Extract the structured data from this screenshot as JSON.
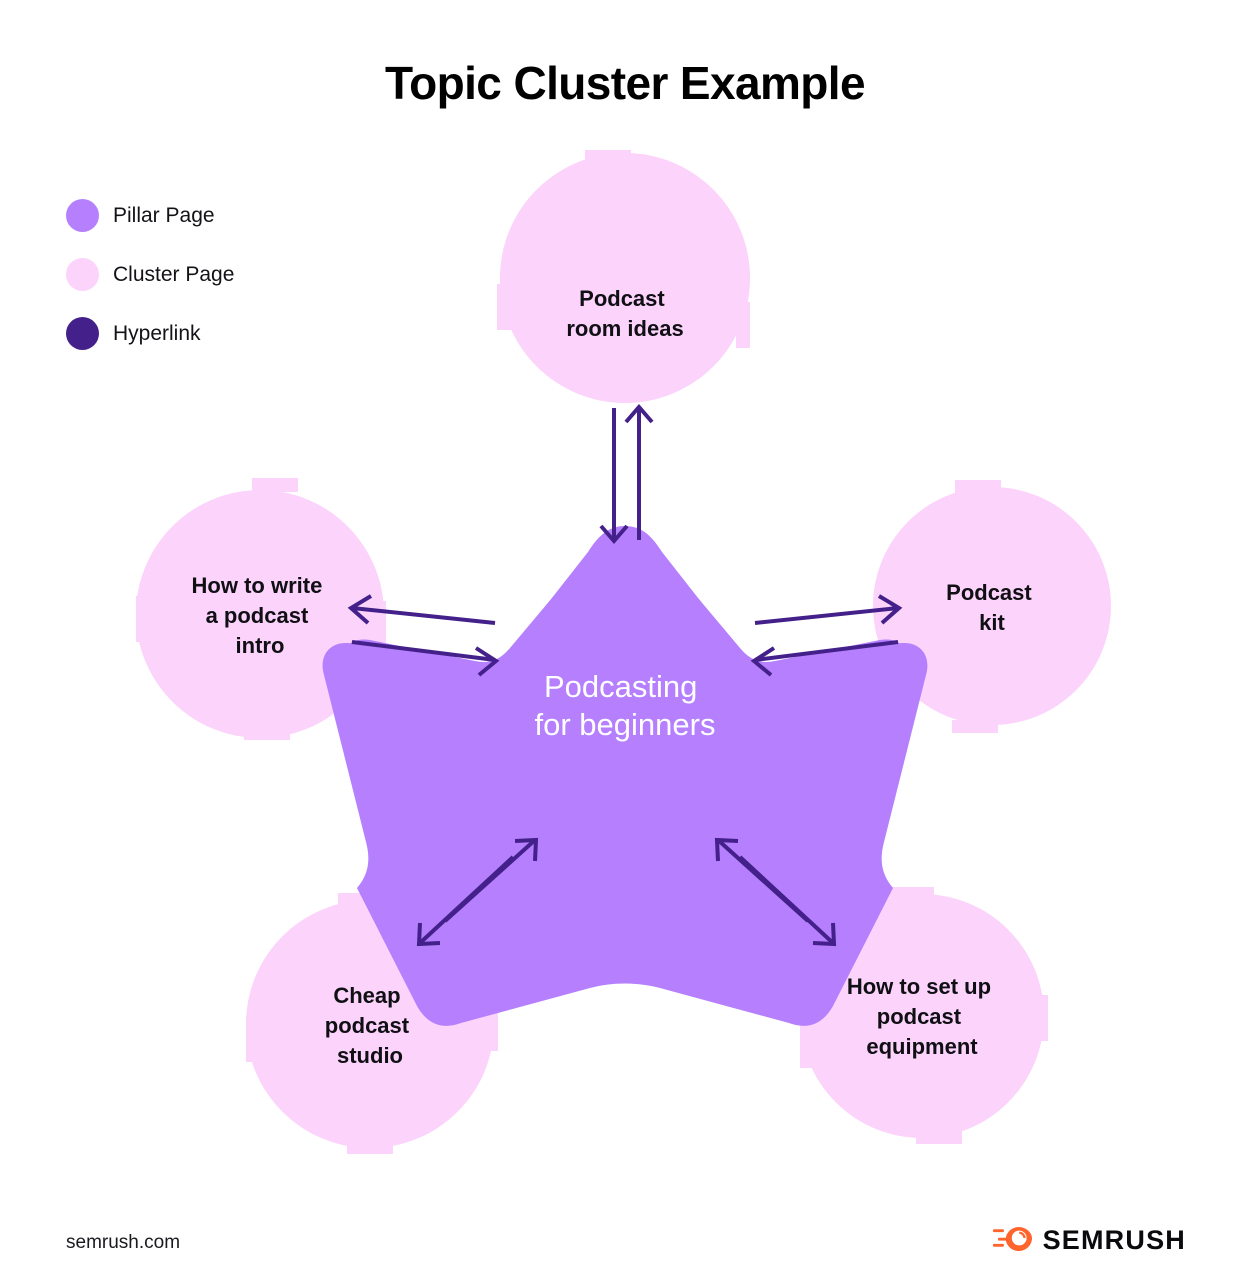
{
  "title": "Topic Cluster Example",
  "colors": {
    "pillar": "#B57FFD",
    "cluster": "#FBD3FB",
    "hyperlink": "#44208A",
    "background": "#FFFFFF",
    "text_dark": "#101014",
    "text_light": "#FFFFFF",
    "brand_orange": "#FF642D"
  },
  "legend": {
    "items": [
      {
        "label": "Pillar Page",
        "color": "#B57FFD",
        "swatch": "pillar-swatch"
      },
      {
        "label": "Cluster Page",
        "color": "#FBD3FB",
        "swatch": "cluster-swatch"
      },
      {
        "label": "Hyperlink",
        "color": "#44208A",
        "swatch": "hyperlink-swatch"
      }
    ]
  },
  "chart_data": {
    "type": "diagram",
    "title": "Topic Cluster Example",
    "diagram_kind": "hub-and-spoke topic cluster",
    "pillar": {
      "id": "pillar",
      "type": "Pillar Page",
      "lines": [
        "Podcasting",
        "for beginners"
      ],
      "text": "Podcasting for beginners",
      "color": "#B57FFD"
    },
    "clusters": [
      {
        "id": "cluster-podcast-room-ideas",
        "type": "Cluster Page",
        "position": "top",
        "lines": [
          "Podcast",
          "room ideas"
        ],
        "text": "Podcast room ideas",
        "color": "#FBD3FB"
      },
      {
        "id": "cluster-podcast-kit",
        "type": "Cluster Page",
        "position": "right",
        "lines": [
          "Podcast",
          "kit"
        ],
        "text": "Podcast kit",
        "color": "#FBD3FB"
      },
      {
        "id": "cluster-how-to-set-up-podcast-equipment",
        "type": "Cluster Page",
        "position": "bottom-right",
        "lines": [
          "How to set up",
          "podcast",
          "equipment"
        ],
        "text": "How to set up podcast equipment",
        "color": "#FBD3FB"
      },
      {
        "id": "cluster-cheap-podcast-studio",
        "type": "Cluster Page",
        "position": "bottom-left",
        "lines": [
          "Cheap",
          "podcast",
          "studio"
        ],
        "text": "Cheap podcast studio",
        "color": "#FBD3FB"
      },
      {
        "id": "cluster-how-to-write-a-podcast-intro",
        "type": "Cluster Page",
        "position": "left",
        "lines": [
          "How to write",
          "a podcast",
          "intro"
        ],
        "text": "How to write a podcast intro",
        "color": "#FBD3FB"
      }
    ],
    "links": [
      {
        "from": "pillar",
        "to": "cluster-podcast-room-ideas",
        "type": "Hyperlink",
        "bidirectional": true
      },
      {
        "from": "pillar",
        "to": "cluster-podcast-kit",
        "type": "Hyperlink",
        "bidirectional": true
      },
      {
        "from": "pillar",
        "to": "cluster-how-to-set-up-podcast-equipment",
        "type": "Hyperlink",
        "bidirectional": true
      },
      {
        "from": "pillar",
        "to": "cluster-cheap-podcast-studio",
        "type": "Hyperlink",
        "bidirectional": true
      },
      {
        "from": "pillar",
        "to": "cluster-how-to-write-a-podcast-intro",
        "type": "Hyperlink",
        "bidirectional": true
      }
    ],
    "link_color": "#44208A",
    "legend": [
      "Pillar Page",
      "Cluster Page",
      "Hyperlink"
    ]
  },
  "footer": {
    "url": "semrush.com",
    "brand": "SEMRUSH"
  }
}
